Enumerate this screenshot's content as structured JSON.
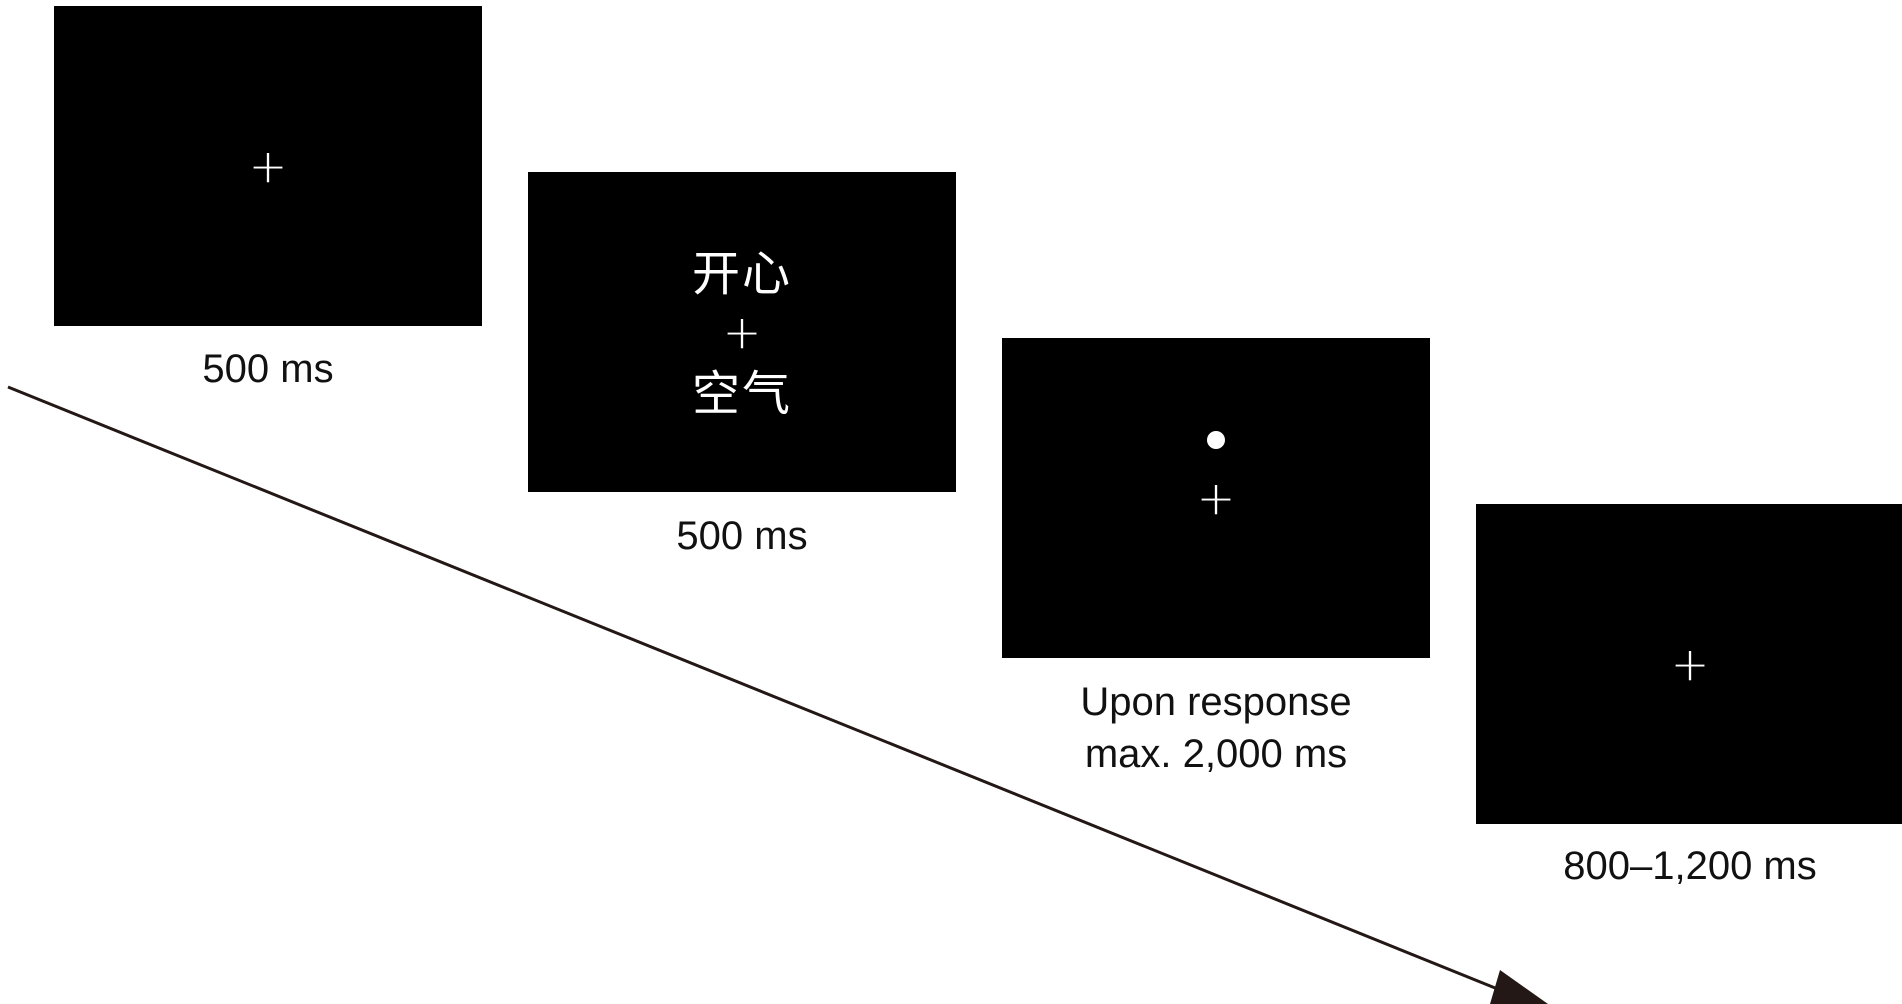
{
  "trial_sequence": {
    "screens": [
      {
        "stimulus": "+",
        "duration_label": "500 ms"
      },
      {
        "word_top": "开心",
        "fixation": "+",
        "word_bottom": "空气",
        "duration_label": "500 ms"
      },
      {
        "probe": "dot",
        "fixation": "+",
        "duration_label_line1": "Upon response",
        "duration_label_line2": "max. 2,000 ms"
      },
      {
        "stimulus": "+",
        "duration_label": "800–1,200 ms"
      }
    ],
    "time_arrow_icon": "arrow-right-down"
  },
  "colors": {
    "screen_background": "#000000",
    "stimulus": "#ffffff",
    "caption_text": "#111111",
    "arrow": "#231815",
    "page_background": "#ffffff"
  }
}
